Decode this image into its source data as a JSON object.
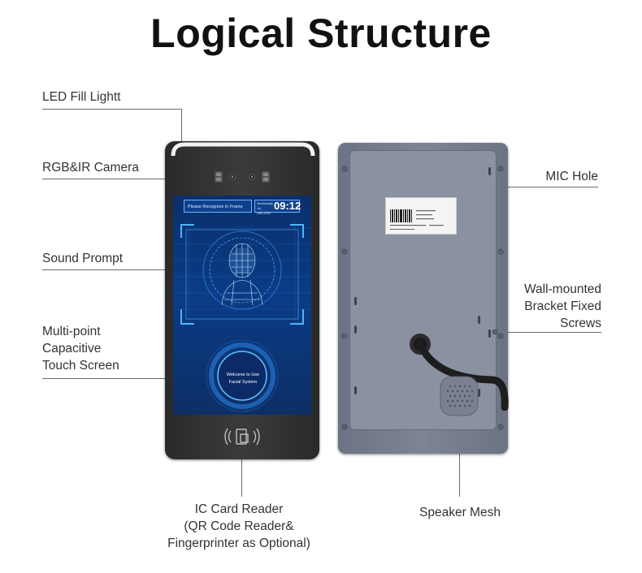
{
  "title": "Logical Structure",
  "labels": {
    "led": "LED Fill Lightt",
    "camera": "RGB&IR Camera",
    "sound": "Sound Prompt",
    "touch_1": "Multi-point",
    "touch_2": "Capacitive",
    "touch_3": "Touch Screen",
    "ic_1": "IC Card Reader",
    "ic_2": "(QR Code Reader&",
    "ic_3": "Fingerprinter as Optional)",
    "mic": "MIC Hole",
    "bracket_1": "Wall-mounted",
    "bracket_2": "Bracket Fixed",
    "bracket_3": "Screws",
    "speaker": "Speaker Mesh"
  },
  "screen": {
    "banner": "Please Recognize in Frame",
    "time": "09:12",
    "date_line1": "Wednesday",
    "date_line2": "Jul 29th,2020",
    "welcome_1": "Welcome to Use",
    "welcome_2": "Facial System"
  },
  "colors": {
    "device_front": "#2e2e2e",
    "device_back": "#767d8e",
    "screen_blue": "#0a3c86",
    "accent_cyan": "#4fb4ff"
  },
  "icons": [
    "face-scan-icon",
    "card-reader-icon",
    "camera-lens-icon",
    "screw-icon",
    "speaker-mesh-icon",
    "cable-icon",
    "barcode-icon"
  ]
}
